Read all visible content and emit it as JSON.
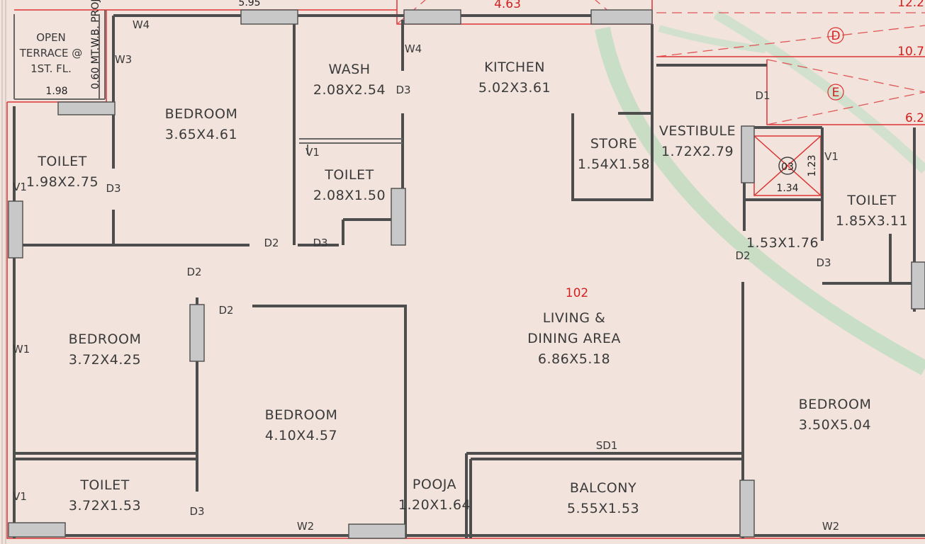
{
  "dimensions": {
    "top_595": "5.95",
    "top_463": "4.63",
    "right_122": "12.2",
    "right_107": "10.7",
    "right_62": "6.2",
    "terrace_198": "1.98",
    "duct_123": "1.23",
    "duct_134": "1.34",
    "proj_060": "0.60 MT.W.B. PROJ."
  },
  "grid_markers": {
    "d": "D",
    "e": "E"
  },
  "duct_number": "03",
  "flat_number": "102",
  "rooms": {
    "open_terrace": [
      "OPEN",
      "TERRACE @",
      "1ST. FL."
    ],
    "bedroom_nw": [
      "BEDROOM",
      "3.65X4.61"
    ],
    "wash": [
      "WASH",
      "2.08X2.54"
    ],
    "kitchen": [
      "KITCHEN",
      "5.02X3.61"
    ],
    "store": [
      "STORE",
      "1.54X1.58"
    ],
    "vestibule": [
      "VESTIBULE",
      "1.72X2.79"
    ],
    "toilet_nw": [
      "TOILET",
      "1.98X2.75"
    ],
    "toilet_center": [
      "TOILET",
      "2.08X1.50"
    ],
    "toilet_ne": [
      "TOILET",
      "1.85X3.11"
    ],
    "passage_ne": [
      "1.53X1.76"
    ],
    "living": [
      "LIVING &",
      "DINING AREA",
      "6.86X5.18"
    ],
    "bedroom_w": [
      "BEDROOM",
      "3.72X4.25"
    ],
    "bedroom_center": [
      "BEDROOM",
      "4.10X4.57"
    ],
    "bedroom_e": [
      "BEDROOM",
      "3.50X5.04"
    ],
    "toilet_sw": [
      "TOILET",
      "3.72X1.53"
    ],
    "pooja": [
      "POOJA",
      "1.20X1.64"
    ],
    "balcony": [
      "BALCONY",
      "5.55X1.53"
    ]
  },
  "openings": {
    "w4_a": "W4",
    "w3": "W3",
    "w4_b": "W4",
    "d3_wash": "D3",
    "v1_center": "V1",
    "v1_nw": "V1",
    "d3_nw": "D3",
    "d2_nw": "D2",
    "d3_toilet": "D3",
    "d1": "D1",
    "v1_ne": "V1",
    "d2_e": "D2",
    "d3_ne": "D3",
    "d2_w": "D2",
    "d2_center": "D2",
    "w1": "W1",
    "v1_sw": "V1",
    "d3_sw": "D3",
    "w2_a": "W2",
    "sd1": "SD1",
    "w2_b": "W2"
  },
  "colors": {
    "background": "#f2e4dc",
    "wall": "#4d4d4d",
    "dimension_red": "#d21f1f",
    "watermark_green": "#8fcfa2"
  }
}
